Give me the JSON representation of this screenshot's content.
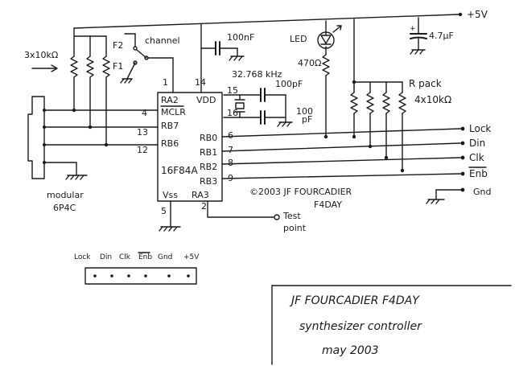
{
  "supply": {
    "vplus": "+5V",
    "cap": "4.7µF"
  },
  "labels": {
    "resistors": "3x10kΩ",
    "channel": "channel",
    "f2": "F2",
    "f1": "F1",
    "cap_top": "100nF",
    "led": "LED",
    "r_led": "470Ω",
    "crystal": "32.768 kHz",
    "c15": "100pF",
    "c16": "100",
    "c16_unit": "pF",
    "rpack": "R pack",
    "rpack_val": "4x10kΩ",
    "connector_l1": "modular",
    "connector_l2": "6P4C",
    "copyright": "©2003  JF FOURCADIER",
    "callsign": "F4DAY",
    "test_point_1": "Test",
    "test_point_2": "point"
  },
  "mcu": {
    "part": "16F84A",
    "pins_left": [
      "RA2",
      "MCLR",
      "RB7",
      "RB6"
    ],
    "pins_right": [
      "RB0",
      "RB1",
      "RB2",
      "RB3"
    ],
    "vdd": "VDD",
    "vss": "Vss",
    "ra3": "RA3",
    "pin_numbers": {
      "p1": "1",
      "p14": "14",
      "p15": "15",
      "p16": "16",
      "p4": "4",
      "p13": "13",
      "p12": "12",
      "p6": "6",
      "p7": "7",
      "p8": "8",
      "p9": "9",
      "p5": "5",
      "p2": "2"
    }
  },
  "signals": [
    "Lock",
    "Din",
    "Clk",
    "Enb",
    "Gnd"
  ],
  "header": {
    "labels": [
      "Lock",
      "Din",
      "Clk",
      "Enb",
      "Gnd",
      "+5V"
    ]
  },
  "title_block": {
    "line1": "JF FOURCADIER  F4DAY",
    "line2": "synthesizer controller",
    "line3": "may 2003"
  }
}
